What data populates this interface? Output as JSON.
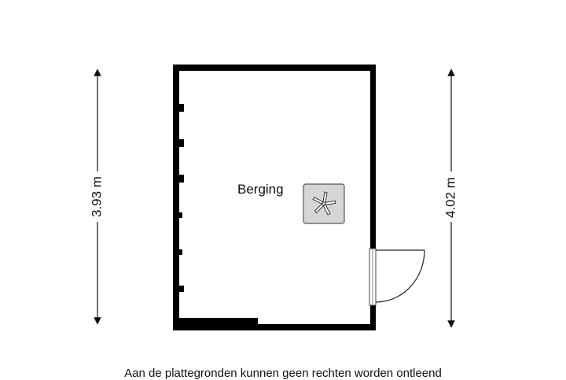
{
  "room": {
    "label": "Berging"
  },
  "dimensions": {
    "left": "3.93 m",
    "right": "4.02 m"
  },
  "fixture": {
    "icon": "fan-icon"
  },
  "footer": {
    "disclaimer": "Aan de plattegronden kunnen geen rechten worden ontleend"
  },
  "colors": {
    "wall": "#000000",
    "fixture_fill": "#d6d6d6"
  }
}
